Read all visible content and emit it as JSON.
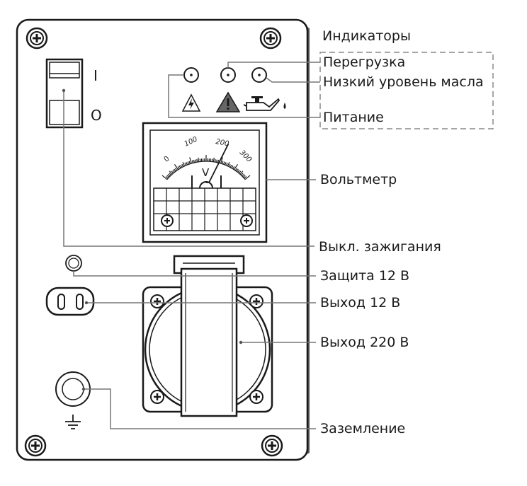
{
  "labels": {
    "indicators": "Индикаторы",
    "overload": "Перегрузка",
    "low_oil": "Низкий уровень масла",
    "power": "Питание",
    "voltmeter": "Вольтметр",
    "ignition_switch": "Выкл. зажигания",
    "protection_12v": "Защита 12 В",
    "output_12v": "Выход 12 В",
    "output_220v": "Выход 220 В",
    "ground": "Заземление"
  },
  "switch": {
    "on_mark": "I",
    "off_mark": "O"
  },
  "voltmeter": {
    "unit": "V",
    "scale": [
      "0",
      "100",
      "200",
      "300"
    ],
    "needle_value": 230
  },
  "icons": [
    "screw-icon",
    "lightning-warning-icon",
    "exclamation-warning-icon",
    "oil-can-icon",
    "ground-icon"
  ],
  "colors": {
    "line": "#1a1a1a",
    "leader": "#777777",
    "warning_fill": "#666666"
  }
}
